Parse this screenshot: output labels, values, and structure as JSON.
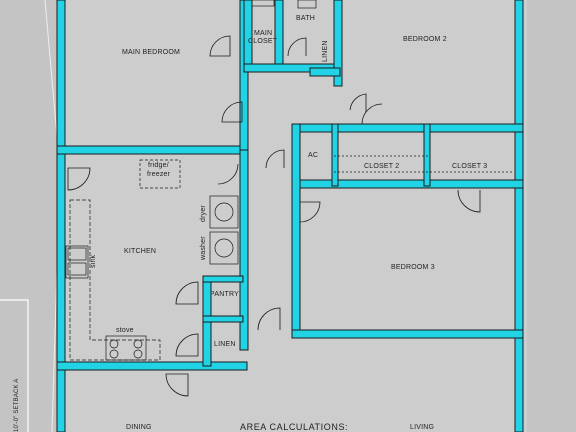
{
  "labels": {
    "main_bedroom": "MAIN BEDROOM",
    "main_closet_1": "MAIN",
    "main_closet_2": "CLOSET",
    "bath": "BATH",
    "linen_upper": "LINEN",
    "bedroom_2": "BEDROOM 2",
    "ac": "AC",
    "closet_2": "CLOSET 2",
    "closet_3": "CLOSET 3",
    "fridge_1": "fridge/",
    "fridge_2": "freezer",
    "dryer": "dryer",
    "washer": "washer",
    "kitchen": "KITCHEN",
    "sink": "sink",
    "stove": "stove",
    "pantry": "PANTRY",
    "linen_lower": "LINEN",
    "bedroom_3": "BEDROOM 3",
    "setback": "10'-0\" SETBACK A",
    "dining": "DINING",
    "living": "LIVING",
    "area_calc": "AREA CALCULATIONS:"
  },
  "colors": {
    "wall_fill": "#22d3e6",
    "wall_line": "#1a1a1a",
    "room_floor": "#cfcfcf",
    "site": "#c4c4c4"
  }
}
